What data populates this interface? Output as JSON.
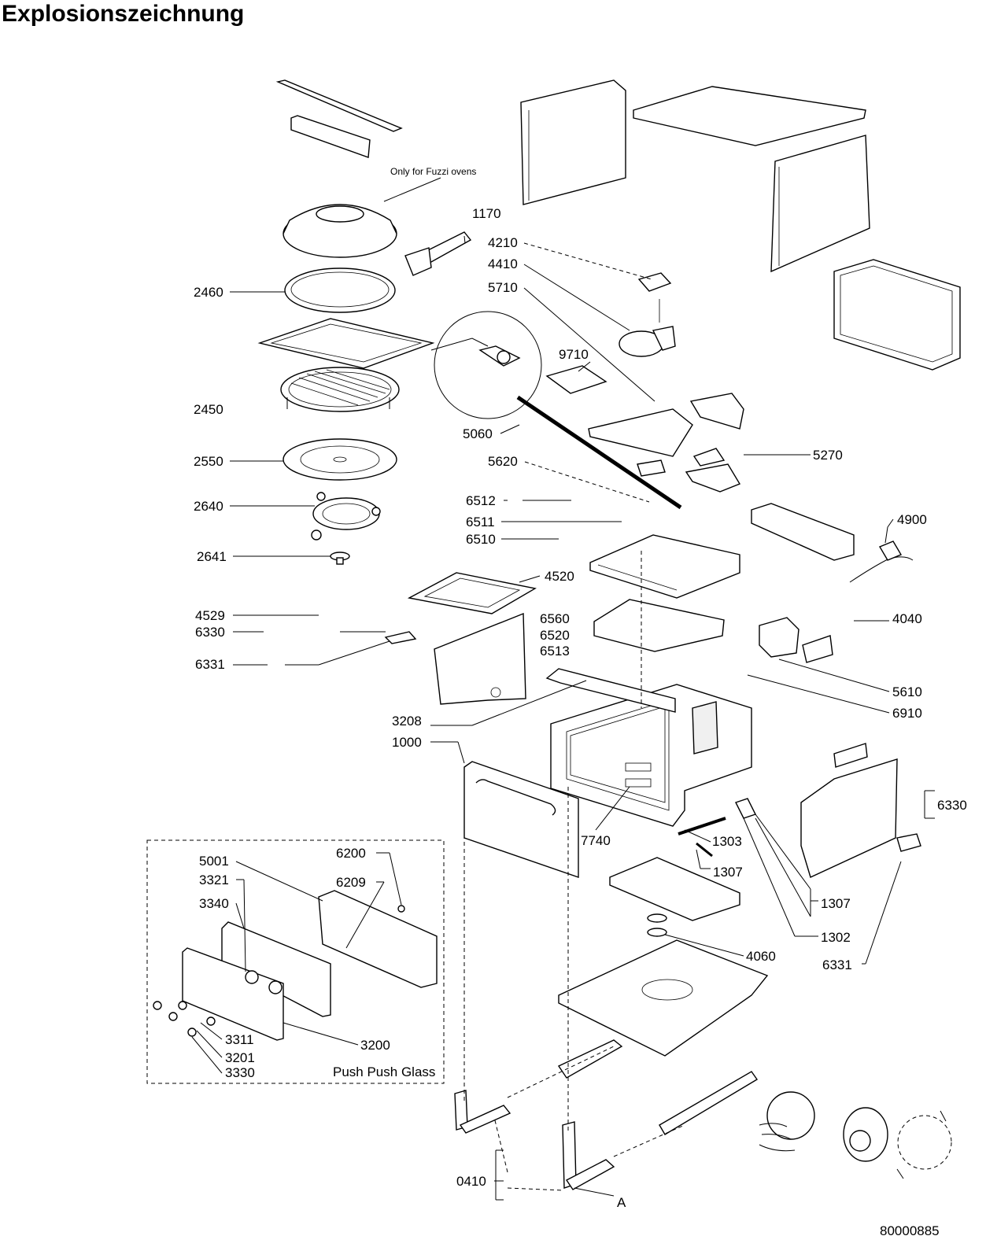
{
  "title": "Explosionszeichnung",
  "note": "Only for Fuzzi ovens",
  "box_caption": "Push Push Glass",
  "drawing_number": "80000885",
  "detail_letter": "A",
  "labels": {
    "l1170": "1170",
    "l4210": "4210",
    "l4410": "4410",
    "l5710": "5710",
    "l2460": "2460",
    "l9710": "9710",
    "l2450": "2450",
    "l5060": "5060",
    "l2550": "2550",
    "l5620": "5620",
    "l5270": "5270",
    "l2640": "2640",
    "l6512": "6512",
    "l6511": "6511",
    "l6510": "6510",
    "l4900": "4900",
    "l2641": "2641",
    "l4520": "4520",
    "l4529": "4529",
    "l6560": "6560",
    "l4040": "4040",
    "l6330a": "6330",
    "l6520": "6520",
    "l6513": "6513",
    "l6331a": "6331",
    "l5610": "5610",
    "l6910": "6910",
    "l3208": "3208",
    "l1000": "1000",
    "l6330b": "6330",
    "l7740": "7740",
    "l1303": "1303",
    "l5001": "5001",
    "l6200": "6200",
    "l1307a": "1307",
    "l3321": "3321",
    "l6209": "6209",
    "l1307b": "1307",
    "l3340": "3340",
    "l1302": "1302",
    "l4060": "4060",
    "l6331b": "6331",
    "l3311": "3311",
    "l3200": "3200",
    "l3201": "3201",
    "l3330": "3330",
    "l0410": "0410"
  }
}
